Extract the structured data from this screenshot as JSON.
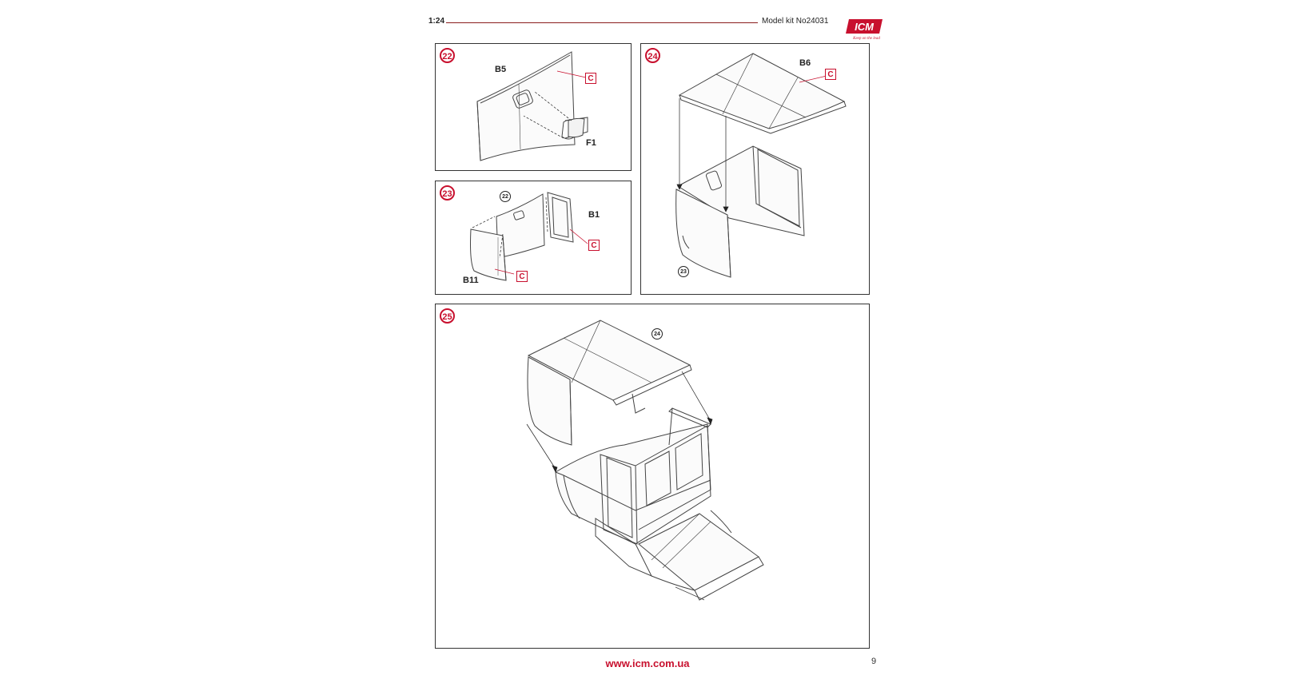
{
  "header": {
    "scale": "1:24",
    "kit": "Model kit No24031",
    "logo_text": "ICM",
    "logo_tagline": "Keep on the lead"
  },
  "steps": [
    {
      "number": "22",
      "labels": [
        "B5",
        "F1"
      ],
      "paint": [
        "C"
      ],
      "refs": []
    },
    {
      "number": "23",
      "labels": [
        "B1",
        "B11"
      ],
      "paint": [
        "C",
        "C"
      ],
      "refs": [
        "22"
      ]
    },
    {
      "number": "24",
      "labels": [
        "B6"
      ],
      "paint": [
        "C"
      ],
      "refs": [
        "23"
      ]
    },
    {
      "number": "25",
      "labels": [],
      "paint": [],
      "refs": [
        "24"
      ]
    }
  ],
  "footer": {
    "url": "www.icm.com.ua",
    "page": "9"
  },
  "colors": {
    "accent": "#c8102e",
    "line": "#333333"
  }
}
